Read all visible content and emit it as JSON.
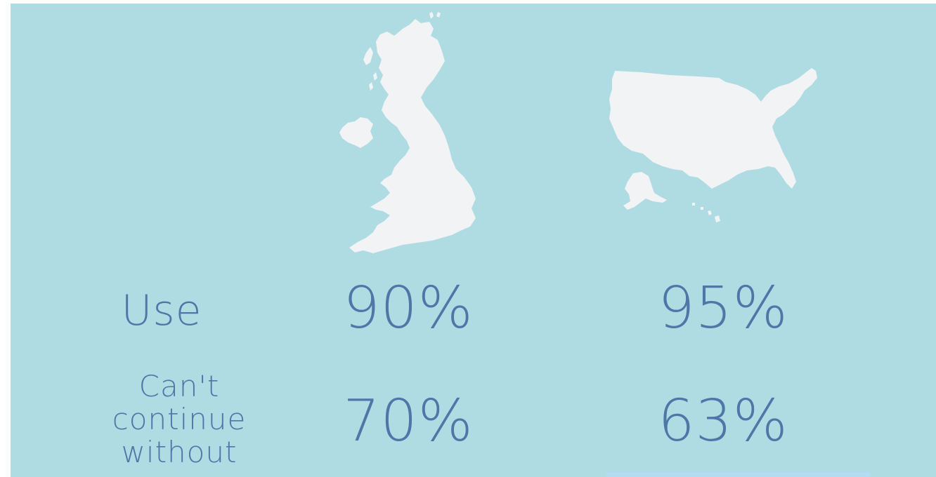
{
  "colors": {
    "background": "#afdbe3",
    "map_fill": "#f1f3f5",
    "text": "#4e76a7"
  },
  "maps": {
    "uk": {
      "icon": "united-kingdom-map-icon"
    },
    "us": {
      "icon": "united-states-map-icon"
    }
  },
  "rows": {
    "use": {
      "label": "Use",
      "uk": "90%",
      "us": "95%"
    },
    "cant_continue": {
      "label_line1": "Can't",
      "label_line2": "continue",
      "label_line3": "without",
      "uk": "70%",
      "us": "63%"
    }
  }
}
